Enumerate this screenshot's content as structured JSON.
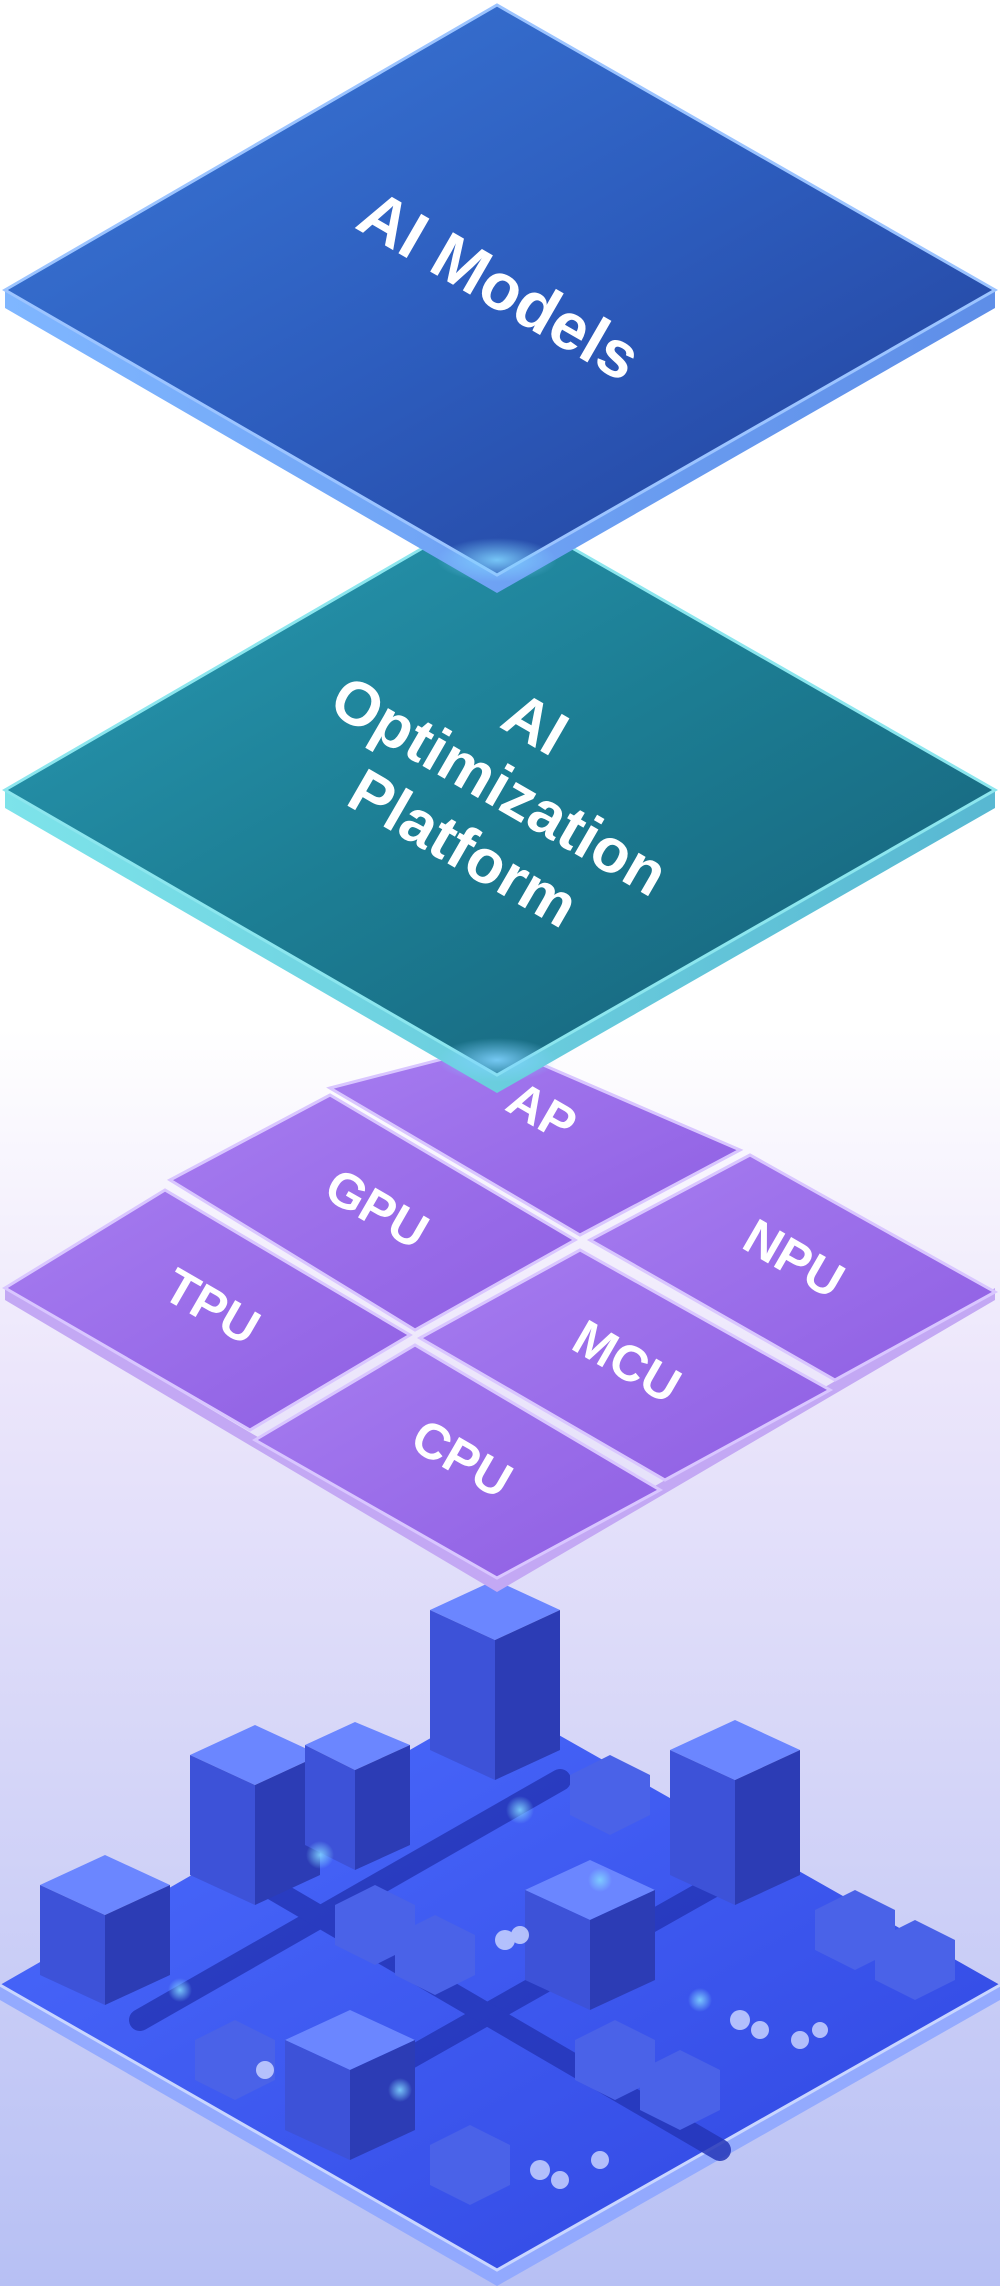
{
  "layers": {
    "models": {
      "label": "AI Models"
    },
    "platform": {
      "lines": [
        "AI",
        "Optimization",
        "Platform"
      ]
    },
    "chips": {
      "ap": "AP",
      "gpu": "GPU",
      "npu": "NPU",
      "tpu": "TPU",
      "mcu": "MCU",
      "cpu": "CPU"
    }
  },
  "colors": {
    "models_tile": "#2f5fc0",
    "platform_tile": "#1f7c92",
    "chip_tile": "#9a6ae6",
    "city_base": "#3a57f0",
    "background_bottom": "#b7c0f4"
  }
}
